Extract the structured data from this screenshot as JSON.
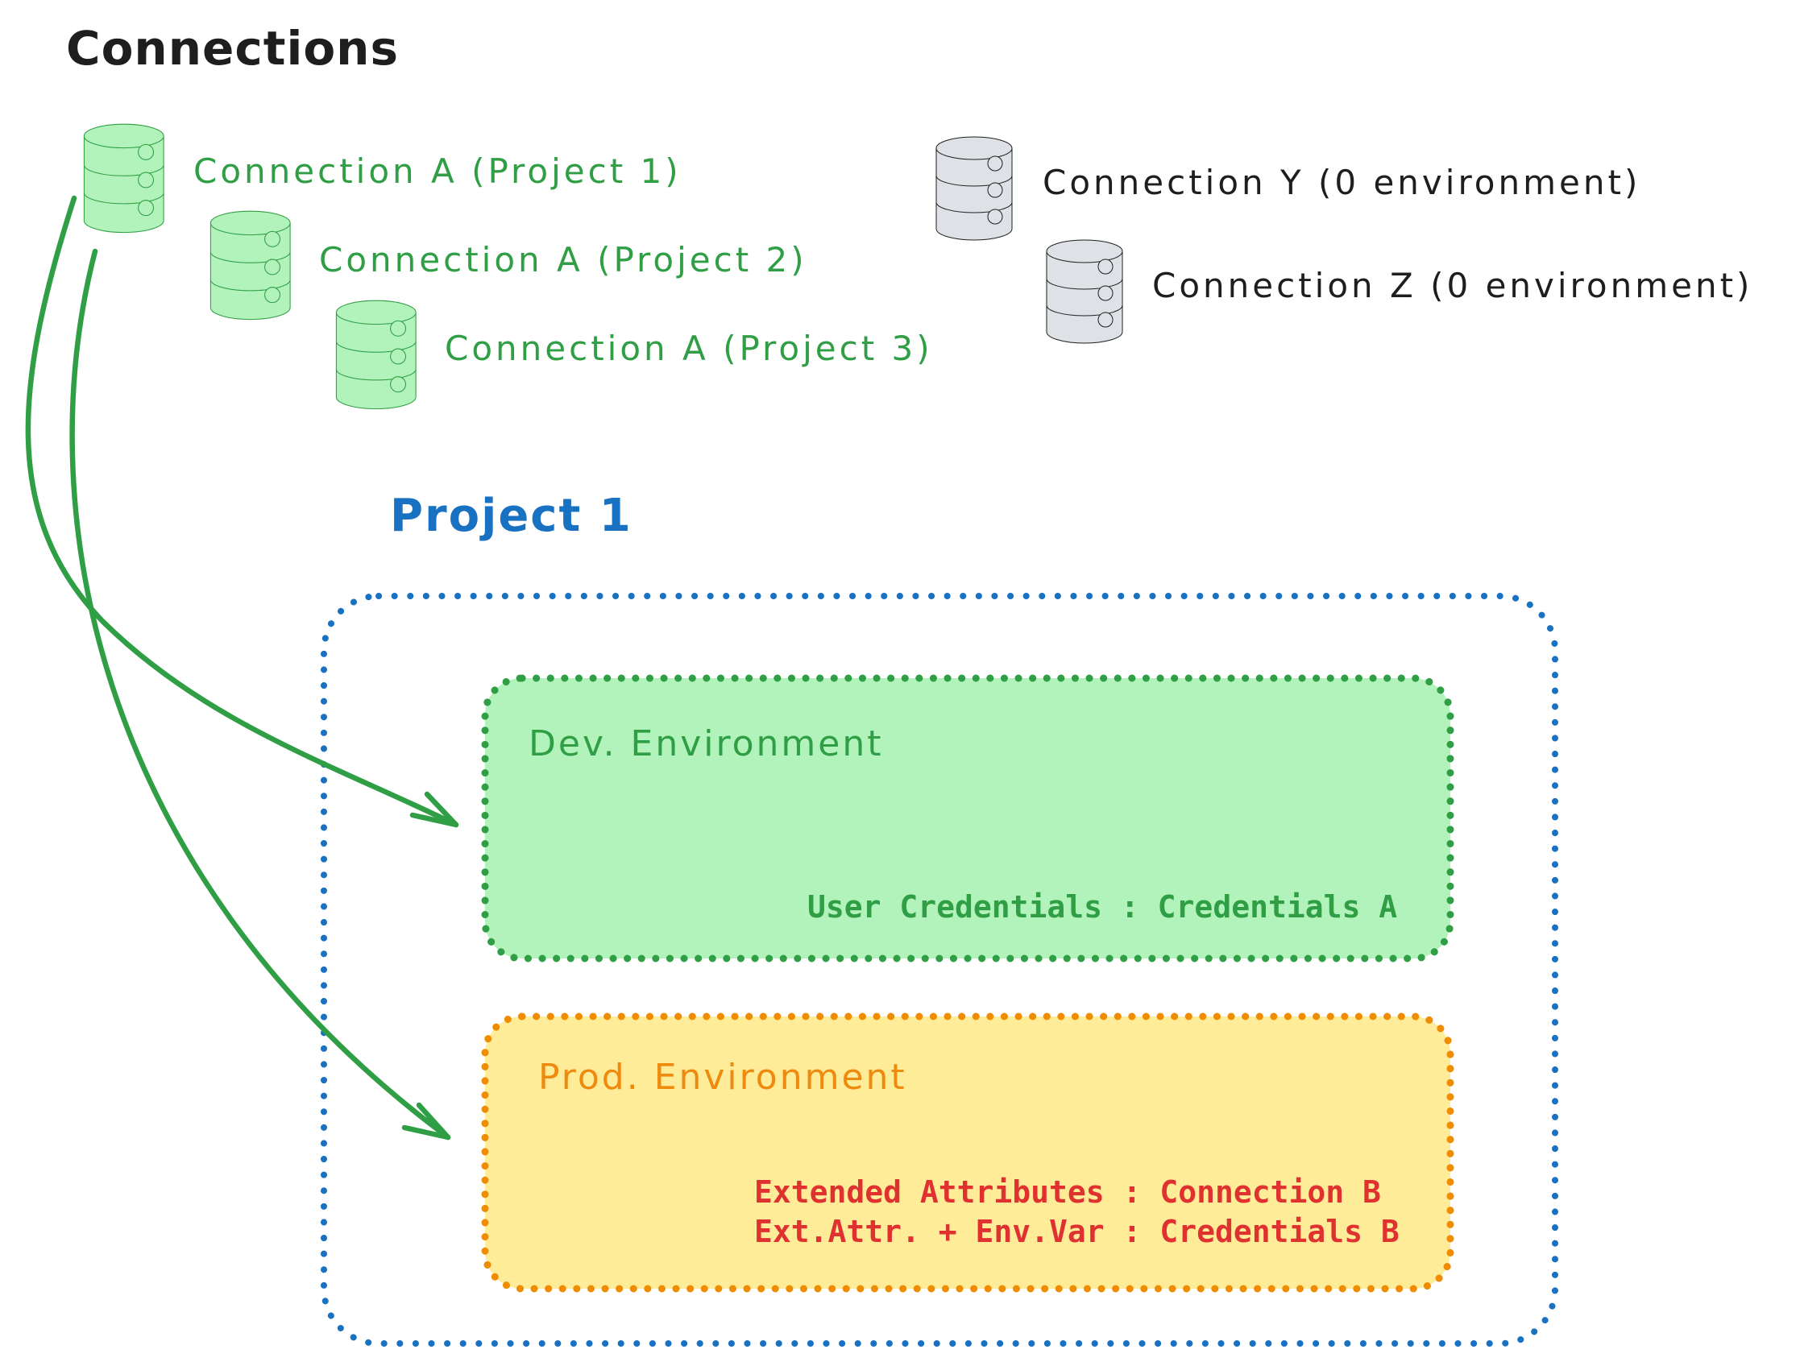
{
  "title": "Connections",
  "colors": {
    "black": "#1e1e1e",
    "blue": "#1971c2",
    "green_stroke": "#2f9e44",
    "green_fill": "#b2f2bb",
    "orange_stroke": "#f08c00",
    "yellow_fill": "#ffec99",
    "red": "#e03131",
    "gray_fill": "#dee2e6",
    "prod_title": "#ee8a0e"
  },
  "icons": {
    "green_databases": "database-icon",
    "gray_databases": "database-icon",
    "arrows": "curved-arrow"
  },
  "connections": {
    "green": [
      {
        "label": "Connection A (Project 1)"
      },
      {
        "label": "Connection A (Project 2)"
      },
      {
        "label": "Connection A (Project 3)"
      }
    ],
    "gray": [
      {
        "label": "Connection Y (0 environment)"
      },
      {
        "label": "Connection Z (0 environment)"
      }
    ]
  },
  "project": {
    "title": "Project 1",
    "dev": {
      "title": "Dev. Environment",
      "credentials_line": "User Credentials : Credentials A"
    },
    "prod": {
      "title": "Prod. Environment",
      "mapping_line_1": "Extended Attributes : Connection B",
      "mapping_line_2": "Ext.Attr. + Env.Var : Credentials B"
    }
  }
}
